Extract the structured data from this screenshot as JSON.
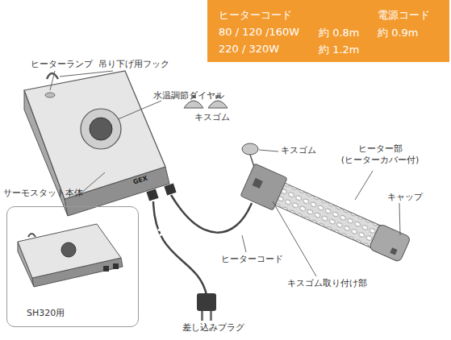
{
  "diagram": {
    "nodes": [
      {
        "text": [
          "ヒーターコード",
          "80 / 120 /160W",
          "約 0.8m",
          "220 / 320W",
          "約 1.2m",
          "電源コード",
          "約 0.9m"
        ]
      },
      {
        "text": [
          "SH320用"
        ]
      }
    ],
    "labels": [
      "ヒーターランプ",
      "吊り下げ用フック",
      "水温調節ダイヤル",
      "キスゴム",
      "サーモスタット本体",
      "GEX",
      "キスゴム",
      "ヒーター部 (ヒーターカバー付)",
      "キャップ",
      "ヒーターコード",
      "キスゴム取り付け部",
      "差し込みプラグ"
    ]
  }
}
